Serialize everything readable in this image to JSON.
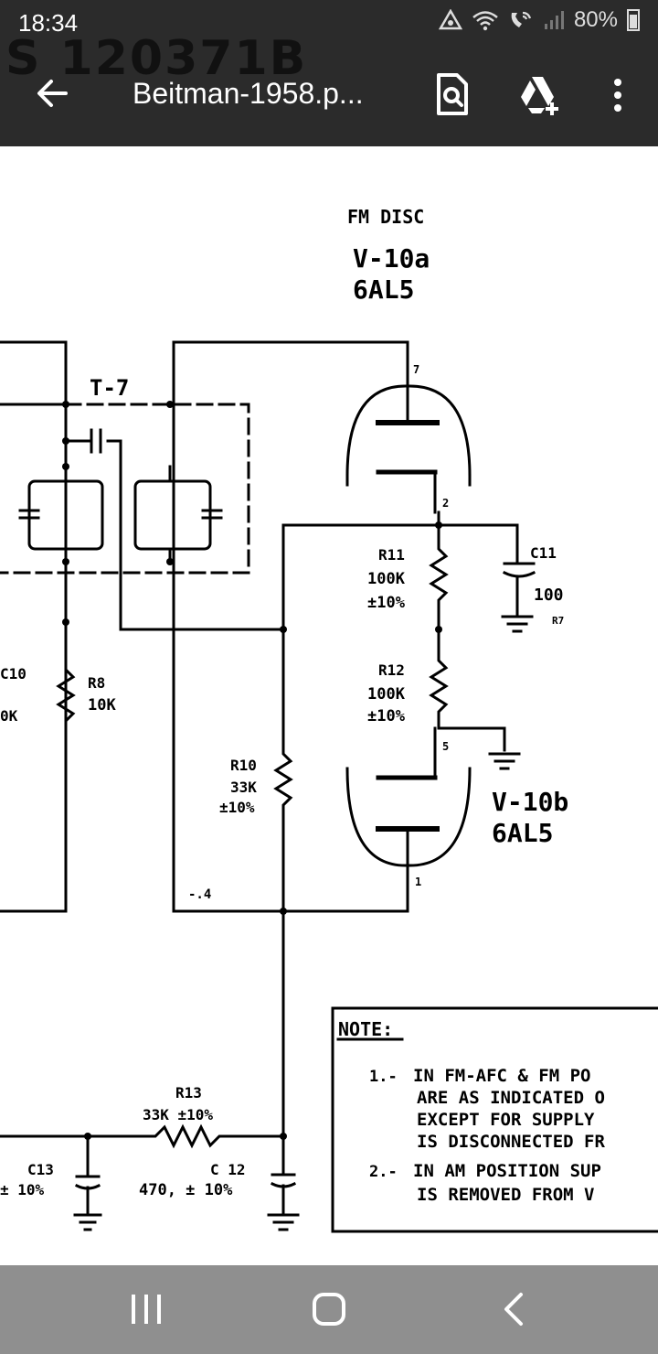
{
  "status_bar": {
    "time": "18:34",
    "battery": "80%",
    "icons": [
      "data-saver-icon",
      "wifi-icon",
      "wifi-call-icon",
      "signal-icon",
      "battery-icon"
    ]
  },
  "app_bar": {
    "ghost_text": "S 120371B",
    "title": "Beitman-1958.p...",
    "actions": [
      "back-arrow-icon",
      "search-document-icon",
      "drive-add-icon",
      "more-vert-icon"
    ]
  },
  "document": {
    "labels": {
      "fm_disc": "FM DISC",
      "v10a": "V-10a",
      "v10a_tube": "6AL5",
      "t7": "T-7",
      "r11_name": "R11",
      "r11_value": "100K",
      "r11_tol": "±10%",
      "c11_name": "C11",
      "c11_value": "100",
      "c11_note": "R7",
      "r12_name": "R12",
      "r12_value": "100K",
      "r12_tol": "±10%",
      "r8_name": "R8",
      "r8_value": "10K",
      "c10_partial": "C10",
      "c10_partial2": "0K",
      "r10_name": "R10",
      "r10_value": "33K",
      "r10_tol": "±10%",
      "v10b": "V-10b",
      "v10b_tube": "6AL5",
      "pin7": "7",
      "pin2": "2",
      "pin5": "5",
      "pin1": "1",
      "junction": "-.4",
      "r13_name": "R13",
      "r13_value": "33K ±10%",
      "c13_name": "C13",
      "c13_value": "± 10%",
      "c12_name": "C 12",
      "c12_value": "470, ± 10%"
    },
    "note": {
      "heading": "NOTE:",
      "item1_num": "1.-",
      "item1_line1": "IN FM-AFC & FM PO",
      "item1_line2": "ARE AS INDICATED O",
      "item1_line3": "EXCEPT FOR SUPPLY",
      "item1_line4": "IS DISCONNECTED FR",
      "item2_num": "2.-",
      "item2_line1": "IN AM POSITION SUP",
      "item2_line2": "IS REMOVED FROM V"
    }
  },
  "nav_bar": {
    "buttons": [
      "recent-apps-icon",
      "home-icon",
      "back-icon"
    ]
  }
}
